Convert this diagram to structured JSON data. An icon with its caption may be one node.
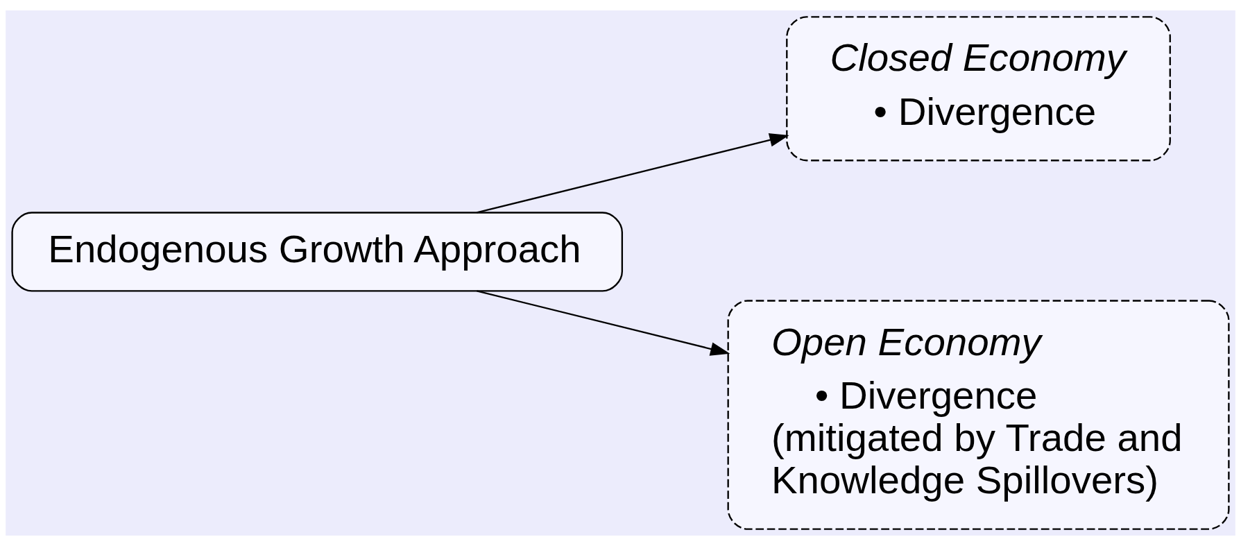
{
  "diagram": {
    "nodes": [
      {
        "text": [
          "Endogenous Growth Approach"
        ]
      },
      {
        "text": [
          "Closed Economy",
          "• Divergence"
        ]
      },
      {
        "text": [
          "Open Economy",
          "• Divergence (mitigated by Trade and Knowledge Spillovers)"
        ]
      }
    ],
    "edges": [
      {
        "from": 0,
        "to": 1,
        "arrow": "to"
      },
      {
        "from": 0,
        "to": 2,
        "arrow": "to"
      }
    ]
  }
}
